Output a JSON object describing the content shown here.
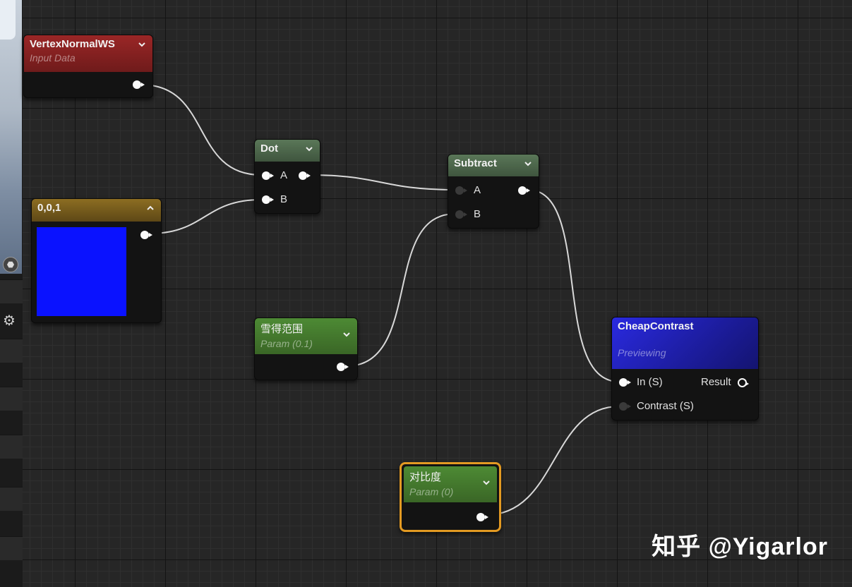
{
  "nodes": {
    "vertex_normal": {
      "title": "VertexNormalWS",
      "subtitle": "Input Data"
    },
    "constant": {
      "title": "0,0,1",
      "color": "#0a12ff"
    },
    "dot": {
      "title": "Dot",
      "pin_a": "A",
      "pin_b": "B"
    },
    "subtract": {
      "title": "Subtract",
      "pin_a": "A",
      "pin_b": "B"
    },
    "snow_range": {
      "title": "雪得范围",
      "subtitle": "Param (0.1)"
    },
    "cheap_contrast": {
      "title": "CheapContrast",
      "subtitle": "Previewing",
      "in_label": "In (S)",
      "result_label": "Result",
      "contrast_label": "Contrast (S)"
    },
    "contrast_param": {
      "title": "对比度",
      "subtitle": "Param (0)"
    }
  },
  "watermark": "知乎 @Yigarlor",
  "colors": {
    "input_header": "#8f2323",
    "constant_header": "#7a5f1c",
    "math_header": "#4f6a4e",
    "param_header": "#4c7a33",
    "function_header": "#2424b8",
    "selection_outline": "#e39a22"
  }
}
